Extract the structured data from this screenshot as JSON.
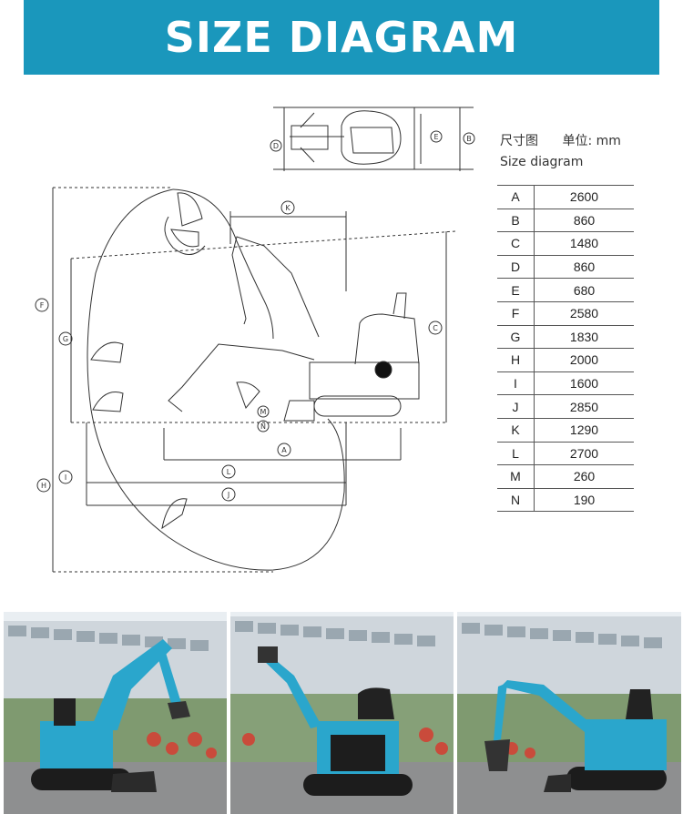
{
  "banner": {
    "title": "SIZE DIAGRAM",
    "color": "#1a97bc"
  },
  "legend": {
    "chinese_title": "尺寸图",
    "unit_label": "单位: mm",
    "english_title": "Size diagram"
  },
  "dimensions": [
    {
      "key": "A",
      "value": "2600"
    },
    {
      "key": "B",
      "value": "860"
    },
    {
      "key": "C",
      "value": "1480"
    },
    {
      "key": "D",
      "value": "860"
    },
    {
      "key": "E",
      "value": "680"
    },
    {
      "key": "F",
      "value": "2580"
    },
    {
      "key": "G",
      "value": "1830"
    },
    {
      "key": "H",
      "value": "2000"
    },
    {
      "key": "I",
      "value": "1600"
    },
    {
      "key": "J",
      "value": "2850"
    },
    {
      "key": "K",
      "value": "1290"
    },
    {
      "key": "L",
      "value": "2700"
    },
    {
      "key": "M",
      "value": "260"
    },
    {
      "key": "N",
      "value": "190"
    }
  ],
  "diagram_markers": {
    "A": "A",
    "B": "B",
    "C": "C",
    "D": "D",
    "E": "E",
    "F": "F",
    "G": "G",
    "H": "H",
    "I": "I",
    "J": "J",
    "K": "K",
    "L": "L",
    "M": "M",
    "N": "N"
  },
  "photos": [
    {
      "name": "excavator-photo-boom-raised",
      "accent": "#2aa6cc"
    },
    {
      "name": "excavator-photo-rear-view",
      "accent": "#2aa6cc"
    },
    {
      "name": "excavator-photo-side-view",
      "accent": "#2aa6cc"
    }
  ]
}
